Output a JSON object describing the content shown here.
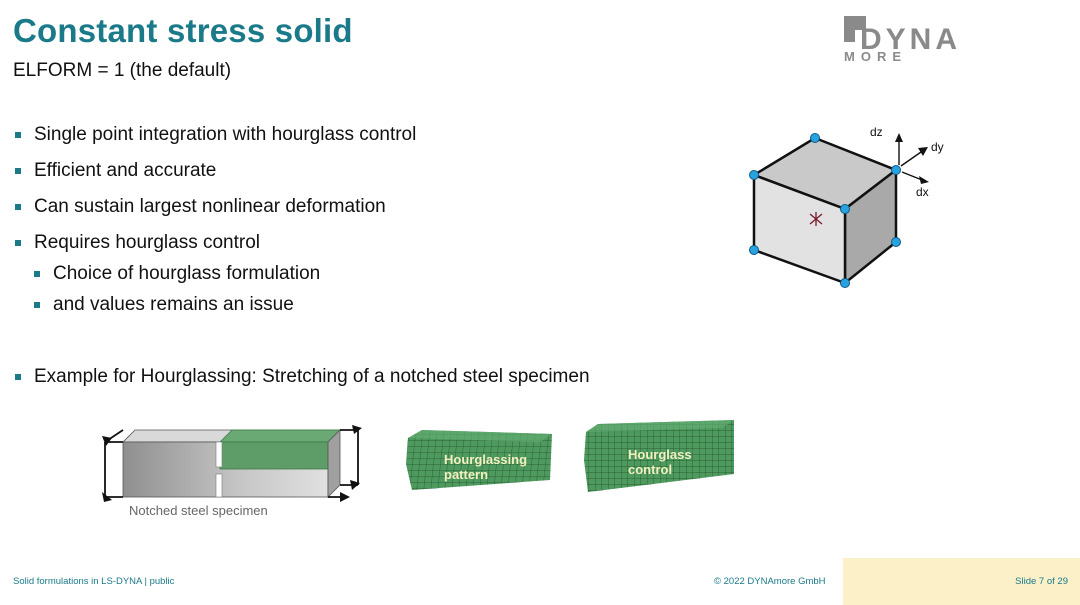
{
  "slide": {
    "title": "Constant stress solid",
    "subtitle": "ELFORM = 1 (the default)"
  },
  "logo": {
    "word_top": "DYNA",
    "word_bottom": "MORE",
    "color": "#8a8a8a"
  },
  "bullets": [
    "Single point integration with hourglass control",
    "Efficient and accurate",
    "Can sustain largest nonlinear deformation",
    "Requires hourglass control"
  ],
  "sub_bullets": [
    "Choice of hourglass formulation",
    "and values remains an issue"
  ],
  "example": "Example for Hourglassing: Stretching of a notched steel specimen",
  "cube_axes": {
    "dz": "dz",
    "dy": "dy",
    "dx": "dx"
  },
  "specimen_caption": "Notched steel specimen",
  "mesh_labels": {
    "pattern_line1": "Hourglassing",
    "pattern_line2": "pattern",
    "control_line1": "Hourglass",
    "control_line2": "control"
  },
  "footer": {
    "left": "Solid formulations in LS-DYNA | public",
    "middle": "© 2022 DYNAmore GmbH",
    "right": "Slide 7 of 29"
  },
  "colors": {
    "accent": "#1a7a8a",
    "node": "#29a3e0",
    "mesh_green": "#4e9a5e",
    "footer_box": "#fbf0c8"
  }
}
